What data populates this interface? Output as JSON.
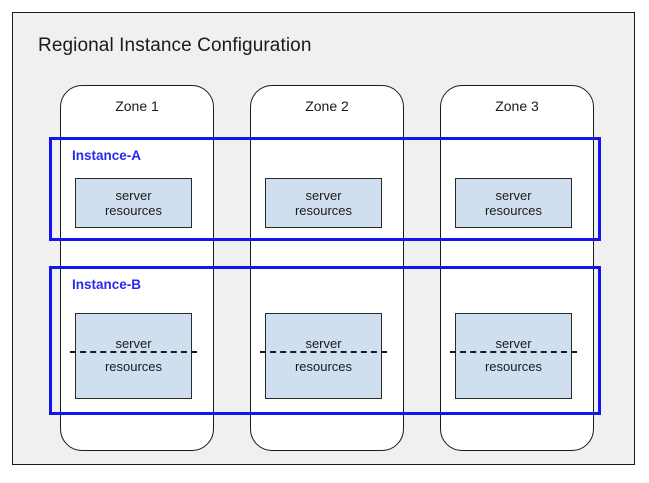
{
  "region": {
    "title": "Regional Instance Configuration",
    "frame_bg": "#f0f0f0",
    "frame_border": "#1a1a1a"
  },
  "zones": [
    {
      "label": "Zone 1"
    },
    {
      "label": "Zone 2"
    },
    {
      "label": "Zone 3"
    }
  ],
  "instances": [
    {
      "label": "Instance-A",
      "accent": "#1414ee",
      "resource_style": "solid",
      "resources": [
        {
          "line1": "server",
          "line2": "resources"
        },
        {
          "line1": "server",
          "line2": "resources"
        },
        {
          "line1": "server",
          "line2": "resources"
        }
      ]
    },
    {
      "label": "Instance-B",
      "accent": "#1414ee",
      "resource_style": "dashed-split",
      "resources": [
        {
          "line1": "server",
          "line2": "resources"
        },
        {
          "line1": "server",
          "line2": "resources"
        },
        {
          "line1": "server",
          "line2": "resources"
        }
      ]
    }
  ],
  "colors": {
    "resource_fill": "#cfdff0",
    "resource_border": "#2a2a2a",
    "instance_accent": "#1414ee",
    "label_accent": "#2a2aee",
    "canvas": "#ffffff"
  }
}
